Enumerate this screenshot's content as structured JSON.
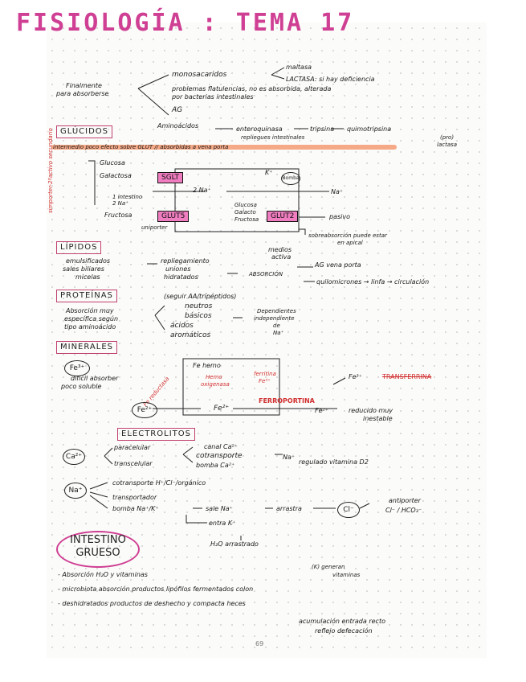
{
  "title": "FISIOLOGÍA : TEMA 17",
  "page_number": "69",
  "intro": {
    "left": [
      "Finalmente",
      "para absorberse"
    ],
    "mono": "monosacaridos",
    "maltasa": "maltasa",
    "lactasa": "LACTASA: si hay deficiencia",
    "problemas": [
      "problemas flatulencias, no es absorbida, alterada",
      "por bacterias intestinales"
    ],
    "ag": "AG",
    "amino": "Aminoácidos",
    "entero": "enteroquinasa",
    "tripsina": "tripsina",
    "quimo": "quimotripsina",
    "repliegues": "repliegues intestinales",
    "pro": [
      "(pro)",
      "lactasa"
    ]
  },
  "glucidos": {
    "header": "GLÚCIDOS",
    "note": "intermedio  poco efecto  sobre GLUT // absorbidas a vena porta",
    "side": "simporter-2ºactivo secundario",
    "glucosa": "Glucosa",
    "galactosa": "Galactosa",
    "sglt": "SGLT",
    "na": "2 Na⁺",
    "intestino": [
      "1 intestino",
      "2 Na⁺"
    ],
    "k": "K⁺",
    "bomba": "Bomba",
    "na2": "Na⁺",
    "fructosa": "Fructosa",
    "glut5": "GLUT5",
    "uniporter": "uniporter",
    "inner": [
      "Glucosa",
      "Galacto",
      "Fructosa"
    ],
    "glut2": "GLUT2",
    "pasivo": "pasivo",
    "sobre": [
      "sobreabsorción puede estar",
      "en apical"
    ]
  },
  "lipidos": {
    "header": "LÍPIDOS",
    "col1": [
      "emulsificados",
      "sales biliares",
      "micelas"
    ],
    "col2": [
      "repliegamiento",
      "uniones",
      "hidratados"
    ],
    "medios": [
      "medios",
      "activa"
    ],
    "absorcion": "ABSORCIÓN",
    "ag_vena": "AG vena porta",
    "quilo": "quilomicrones → linfa → circulación"
  },
  "proteinas": {
    "header": "PROTEÍNAS",
    "seguir": "(seguir AA/trípéptidos)",
    "left": [
      "Absorción muy",
      "específica según",
      "tipo aminoácido"
    ],
    "list": [
      "neutros",
      "básicos",
      "ácidos",
      "aromáticos"
    ],
    "right": [
      "Dependientes",
      "independiente",
      "de",
      "Na⁺"
    ]
  },
  "minerales": {
    "header": "MINERALES",
    "fe3": "Fe³⁺",
    "left": [
      "difícil absorber",
      "poco soluble"
    ],
    "fe_hemo": "Fe hemo",
    "hemo": [
      "Hemo",
      "oxigenasa"
    ],
    "ferritina": [
      "ferritina",
      "Fe³⁺"
    ],
    "reductasa": "Fe reductasa",
    "fe2a": "Fe²⁺",
    "fe2b": "Fe²⁺",
    "ferroportina": "FERROPORTINA",
    "fe3b": "Fe³⁺",
    "transferrina": "TRANSFERRINA",
    "fe2c": "Fe²⁺",
    "reducido": [
      "reducido muy",
      "inestable"
    ]
  },
  "electrolitos": {
    "header": "ELECTROLITOS",
    "ca": "Ca²⁺",
    "para": "paracelular",
    "trans": "transcelular",
    "canal": "canal Ca²⁺",
    "cotrans": "cotransporte",
    "bomba": "bomba Ca²⁺",
    "na_plus": "Na⁺",
    "regulado": "regulado vitamina D2",
    "na": "Na⁺",
    "cotrans2": "cotransporte H⁺/Cl⁻/orgánico",
    "transp": "transportador",
    "bomba2": "bomba Na⁺/K⁺",
    "sale": "sale Na⁺",
    "entra": "entra K⁺",
    "arrastra": "arrastra",
    "cl": "Cl⁻",
    "antip": [
      "antiporter",
      "Cl⁻ / HCO₃⁻"
    ],
    "h2o": "H₂O arrastrado"
  },
  "grueso": {
    "header": [
      "INTESTINO",
      "GRUESO"
    ],
    "items": [
      "- Absorción H₂O y vitaminas",
      "- microbiota      absorción productos lipófilos fermentados colon",
      "- deshidratados productos de deshecho y compacta heces"
    ],
    "generan": [
      "(K) generan",
      "vitaminas"
    ],
    "bottom": [
      "acumulación  entrada recto",
      "reflejo  defecación"
    ]
  }
}
